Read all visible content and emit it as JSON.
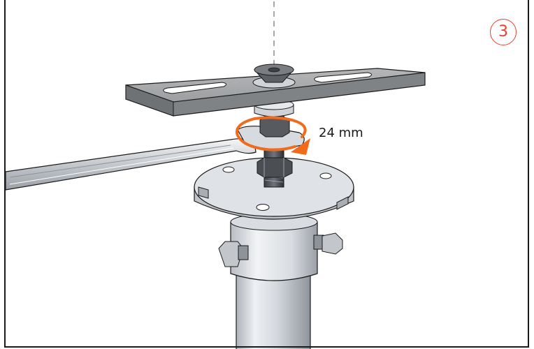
{
  "step": {
    "number": "3"
  },
  "dimension": {
    "label": "24 mm"
  },
  "colors": {
    "accent": "#e8412c",
    "rotation_arrow": "#f26a1b",
    "metal_light": "#e6e8ec",
    "metal_mid": "#c7cbd1",
    "metal_dark": "#8e939a",
    "outline": "#1a1a1a"
  },
  "icons": {
    "rotation": "rotation-arrow-icon",
    "axis": "dashed-axis-line"
  }
}
